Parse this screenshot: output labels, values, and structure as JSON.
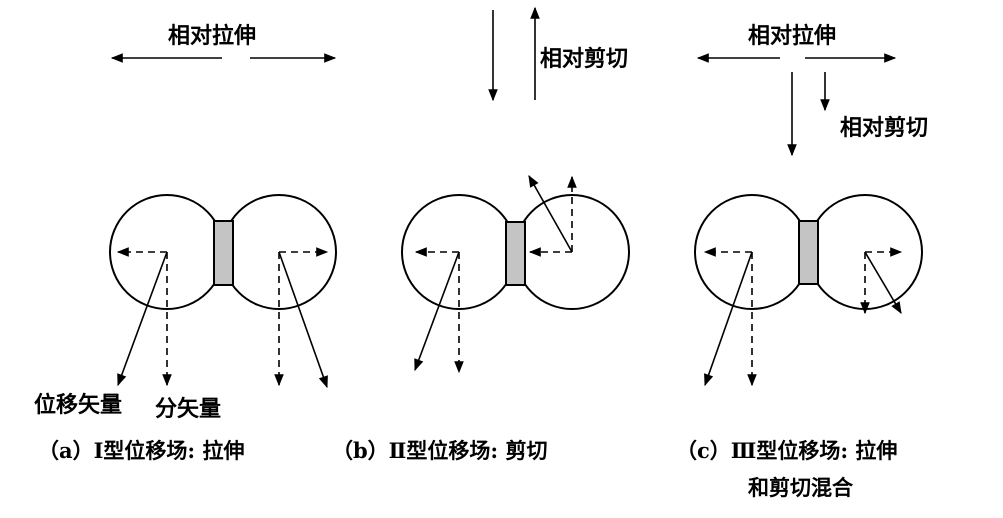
{
  "panels": {
    "a": {
      "load_label": "相对拉伸",
      "caption": "（a）Ⅰ型位移场: 拉伸",
      "displacement_vector_label": "位移矢量",
      "component_vector_label": "分矢量"
    },
    "b": {
      "load_label": "相对剪切",
      "caption": "（b）Ⅱ型位移场: 剪切"
    },
    "c": {
      "load_label_tension": "相对拉伸",
      "load_label_shear": "相对剪切",
      "caption_line1": "（c）Ⅲ型位移场: 拉伸",
      "caption_line2": "和剪切混合"
    }
  },
  "colors": {
    "bond_fill": "#c4c4c4",
    "line": "#000000"
  }
}
